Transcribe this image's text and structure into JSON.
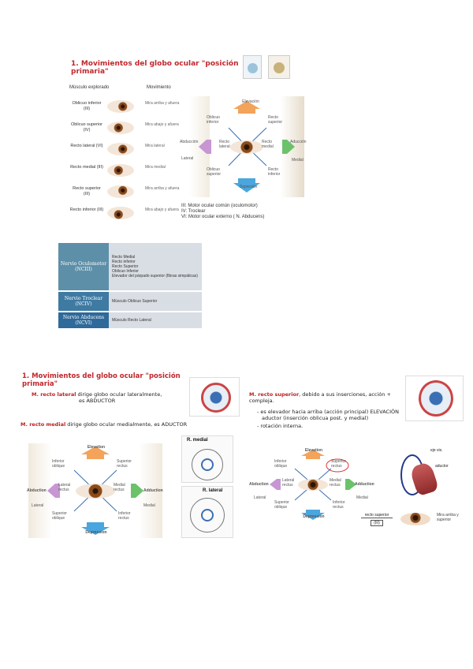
{
  "slide1": {
    "title": "1. Movimientos del globo ocular \"posición primaria\"",
    "col_muscle": "Músculo explorado",
    "col_move": "Movimiento",
    "rows": [
      {
        "muscle": "Oblicuo inferior",
        "nerve": "(III)",
        "move": "Mira arriba y afuera"
      },
      {
        "muscle": "Oblicuo superior",
        "nerve": "(IV)",
        "move": "Mira abajo y afuera"
      },
      {
        "muscle": "Recto lateral (VI)",
        "nerve": "",
        "move": "Mira lateral"
      },
      {
        "muscle": "Recto medial (III)",
        "nerve": "",
        "move": "Mira medial"
      },
      {
        "muscle": "Recto superior",
        "nerve": "(III)",
        "move": "Mira arriba y afuera"
      },
      {
        "muscle": "Recto inferior (III)",
        "nerve": "",
        "move": "Mira abajo y afuera"
      }
    ],
    "diagram": {
      "elevation": "Elevación",
      "depression": "Depresión",
      "abduction": "Abducción",
      "adduction": "Aducción",
      "lateral": "Lateral",
      "medial": "Medial",
      "inf_oblique": "Oblicuo inferior",
      "sup_rectus": "Recto superior",
      "lat_rectus": "Recto lateral",
      "med_rectus": "Recto medial",
      "sup_oblique": "Oblicuo superior",
      "inf_rectus": "Recto inferior"
    },
    "legend": [
      "III: Motor ocular común (oculomotor)",
      "IV: Troclear",
      "VI: Motor ocular externo ( N. Abducens)"
    ]
  },
  "nerves": [
    {
      "name": "Nervio Oculomotor (NCIII)",
      "items": [
        "Recto Medial",
        "Recto inferior",
        "Recto Superior",
        "Oblicuo Inferior",
        "Elevador del párpado superior (fibras simpáticas)"
      ]
    },
    {
      "name": "Nervio Troclear (NCIV)",
      "items": [
        "Músculo Oblicuo Superior"
      ]
    },
    {
      "name": "Nervio Abducens (NCVI)",
      "items": [
        "Músculo Recto Lateral"
      ]
    }
  ],
  "slide2": {
    "title": "1. Movimientos del globo ocular \"posición primaria\"",
    "lateral_name": "M. recto lateral",
    "lateral_rest": " dirige globo ocular lateralmente,",
    "lateral_line2": "es ABDUCTOR",
    "medial_name": "M. recto medial",
    "medial_rest": " dirige globo ocular medialmente, es ADUCTOR",
    "diagram": {
      "elevation": "Elevation",
      "depression": "Depression",
      "abduction": "Abduction",
      "adduction": "Adduction",
      "lateral": "Lateral",
      "medial": "Medial",
      "inf_oblique": "Inferior oblique",
      "sup_rectus": "Superior rectus",
      "lat_rectus": "Lateral rectus",
      "med_rectus": "Medial rectus",
      "sup_oblique": "Superior oblique",
      "inf_rectus": "Inferior rectus"
    },
    "r_medial": "R. medial",
    "r_lateral": "R. lateral"
  },
  "slide3": {
    "name": "M. recto superior",
    "rest": ", debido a sus inserciones, acción + compleja.",
    "bullets": [
      "es elevador hacia arriba (acción principal) ELEVACIÓN",
      "aductor (inserción oblicua post. y medial)",
      "rotación interna."
    ],
    "label_eje": "eje vis.",
    "label_aductor": "aductor",
    "bottom_label": "recto superior",
    "bottom_sub": "(III)",
    "bottom_move": "Mira arriba y superior"
  }
}
